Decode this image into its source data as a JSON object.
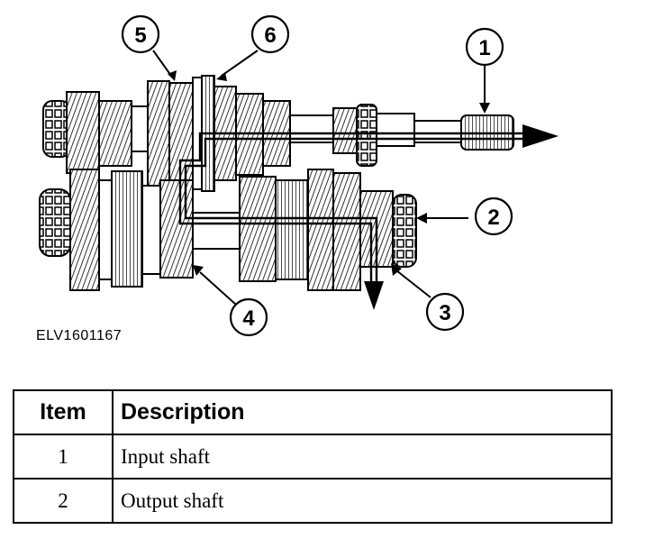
{
  "diagram": {
    "callouts": [
      {
        "number": "1"
      },
      {
        "number": "2"
      },
      {
        "number": "3"
      },
      {
        "number": "4"
      },
      {
        "number": "5"
      },
      {
        "number": "6"
      }
    ],
    "figure_id": "ELV1601167"
  },
  "legend_table": {
    "headers": {
      "item": "Item",
      "description": "Description"
    },
    "rows": [
      {
        "item": "1",
        "description": "Input shaft"
      },
      {
        "item": "2",
        "description": "Output shaft"
      }
    ]
  }
}
